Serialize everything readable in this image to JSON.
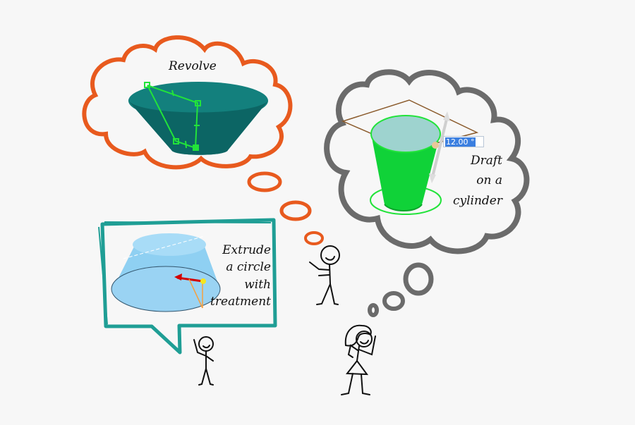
{
  "scene": {
    "background": "#f7f7f7",
    "colors": {
      "revolve_bubble": "#e85a1e",
      "draft_bubble": "#6b6b6b",
      "extrude_bubble": "#1f9e95",
      "sketch_green": "#22e33a",
      "teal_solid": "#137a78",
      "green_cup": "#10d238",
      "blue_frustum": "#8fd0f2"
    }
  },
  "bubbles": {
    "revolve": {
      "label": "Revolve"
    },
    "draft": {
      "label_lines": [
        "Draft",
        "on a",
        "cylinder"
      ],
      "dimension_value": "12.00 °"
    },
    "extrude": {
      "label_lines": [
        "Extrude",
        "a circle",
        "with",
        "treatment"
      ]
    }
  },
  "figures": [
    {
      "name": "stick-figure-man-top"
    },
    {
      "name": "stick-figure-woman"
    },
    {
      "name": "stick-figure-man-bottom"
    }
  ]
}
